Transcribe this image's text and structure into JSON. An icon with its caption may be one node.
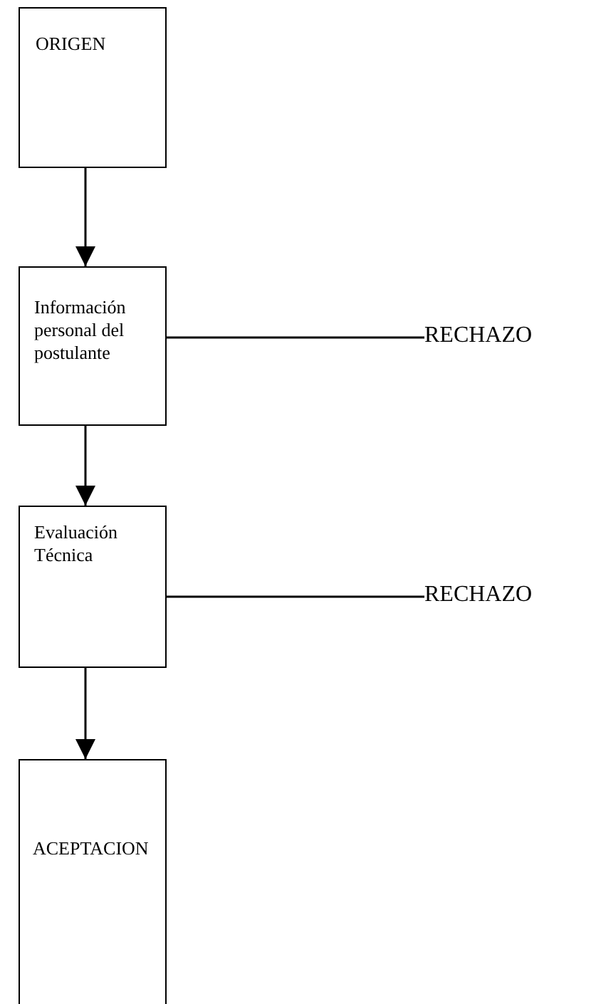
{
  "diagram": {
    "nodes": [
      {
        "text": [
          "ORIGEN"
        ]
      },
      {
        "text": [
          "Información personal del postulante"
        ]
      },
      {
        "text": [
          "RECHAZO"
        ]
      },
      {
        "text": [
          "Evaluación Técnica"
        ]
      },
      {
        "text": [
          "RECHAZO"
        ]
      },
      {
        "text": [
          "ACEPTACION"
        ]
      }
    ],
    "edges": [
      {
        "from": 0,
        "to": 1,
        "arrow": "to"
      },
      {
        "from": 1,
        "to": 2,
        "arrow": "none"
      },
      {
        "from": 1,
        "to": 3,
        "arrow": "to"
      },
      {
        "from": 3,
        "to": 4,
        "arrow": "none"
      },
      {
        "from": 3,
        "to": 5,
        "arrow": "to"
      }
    ]
  }
}
